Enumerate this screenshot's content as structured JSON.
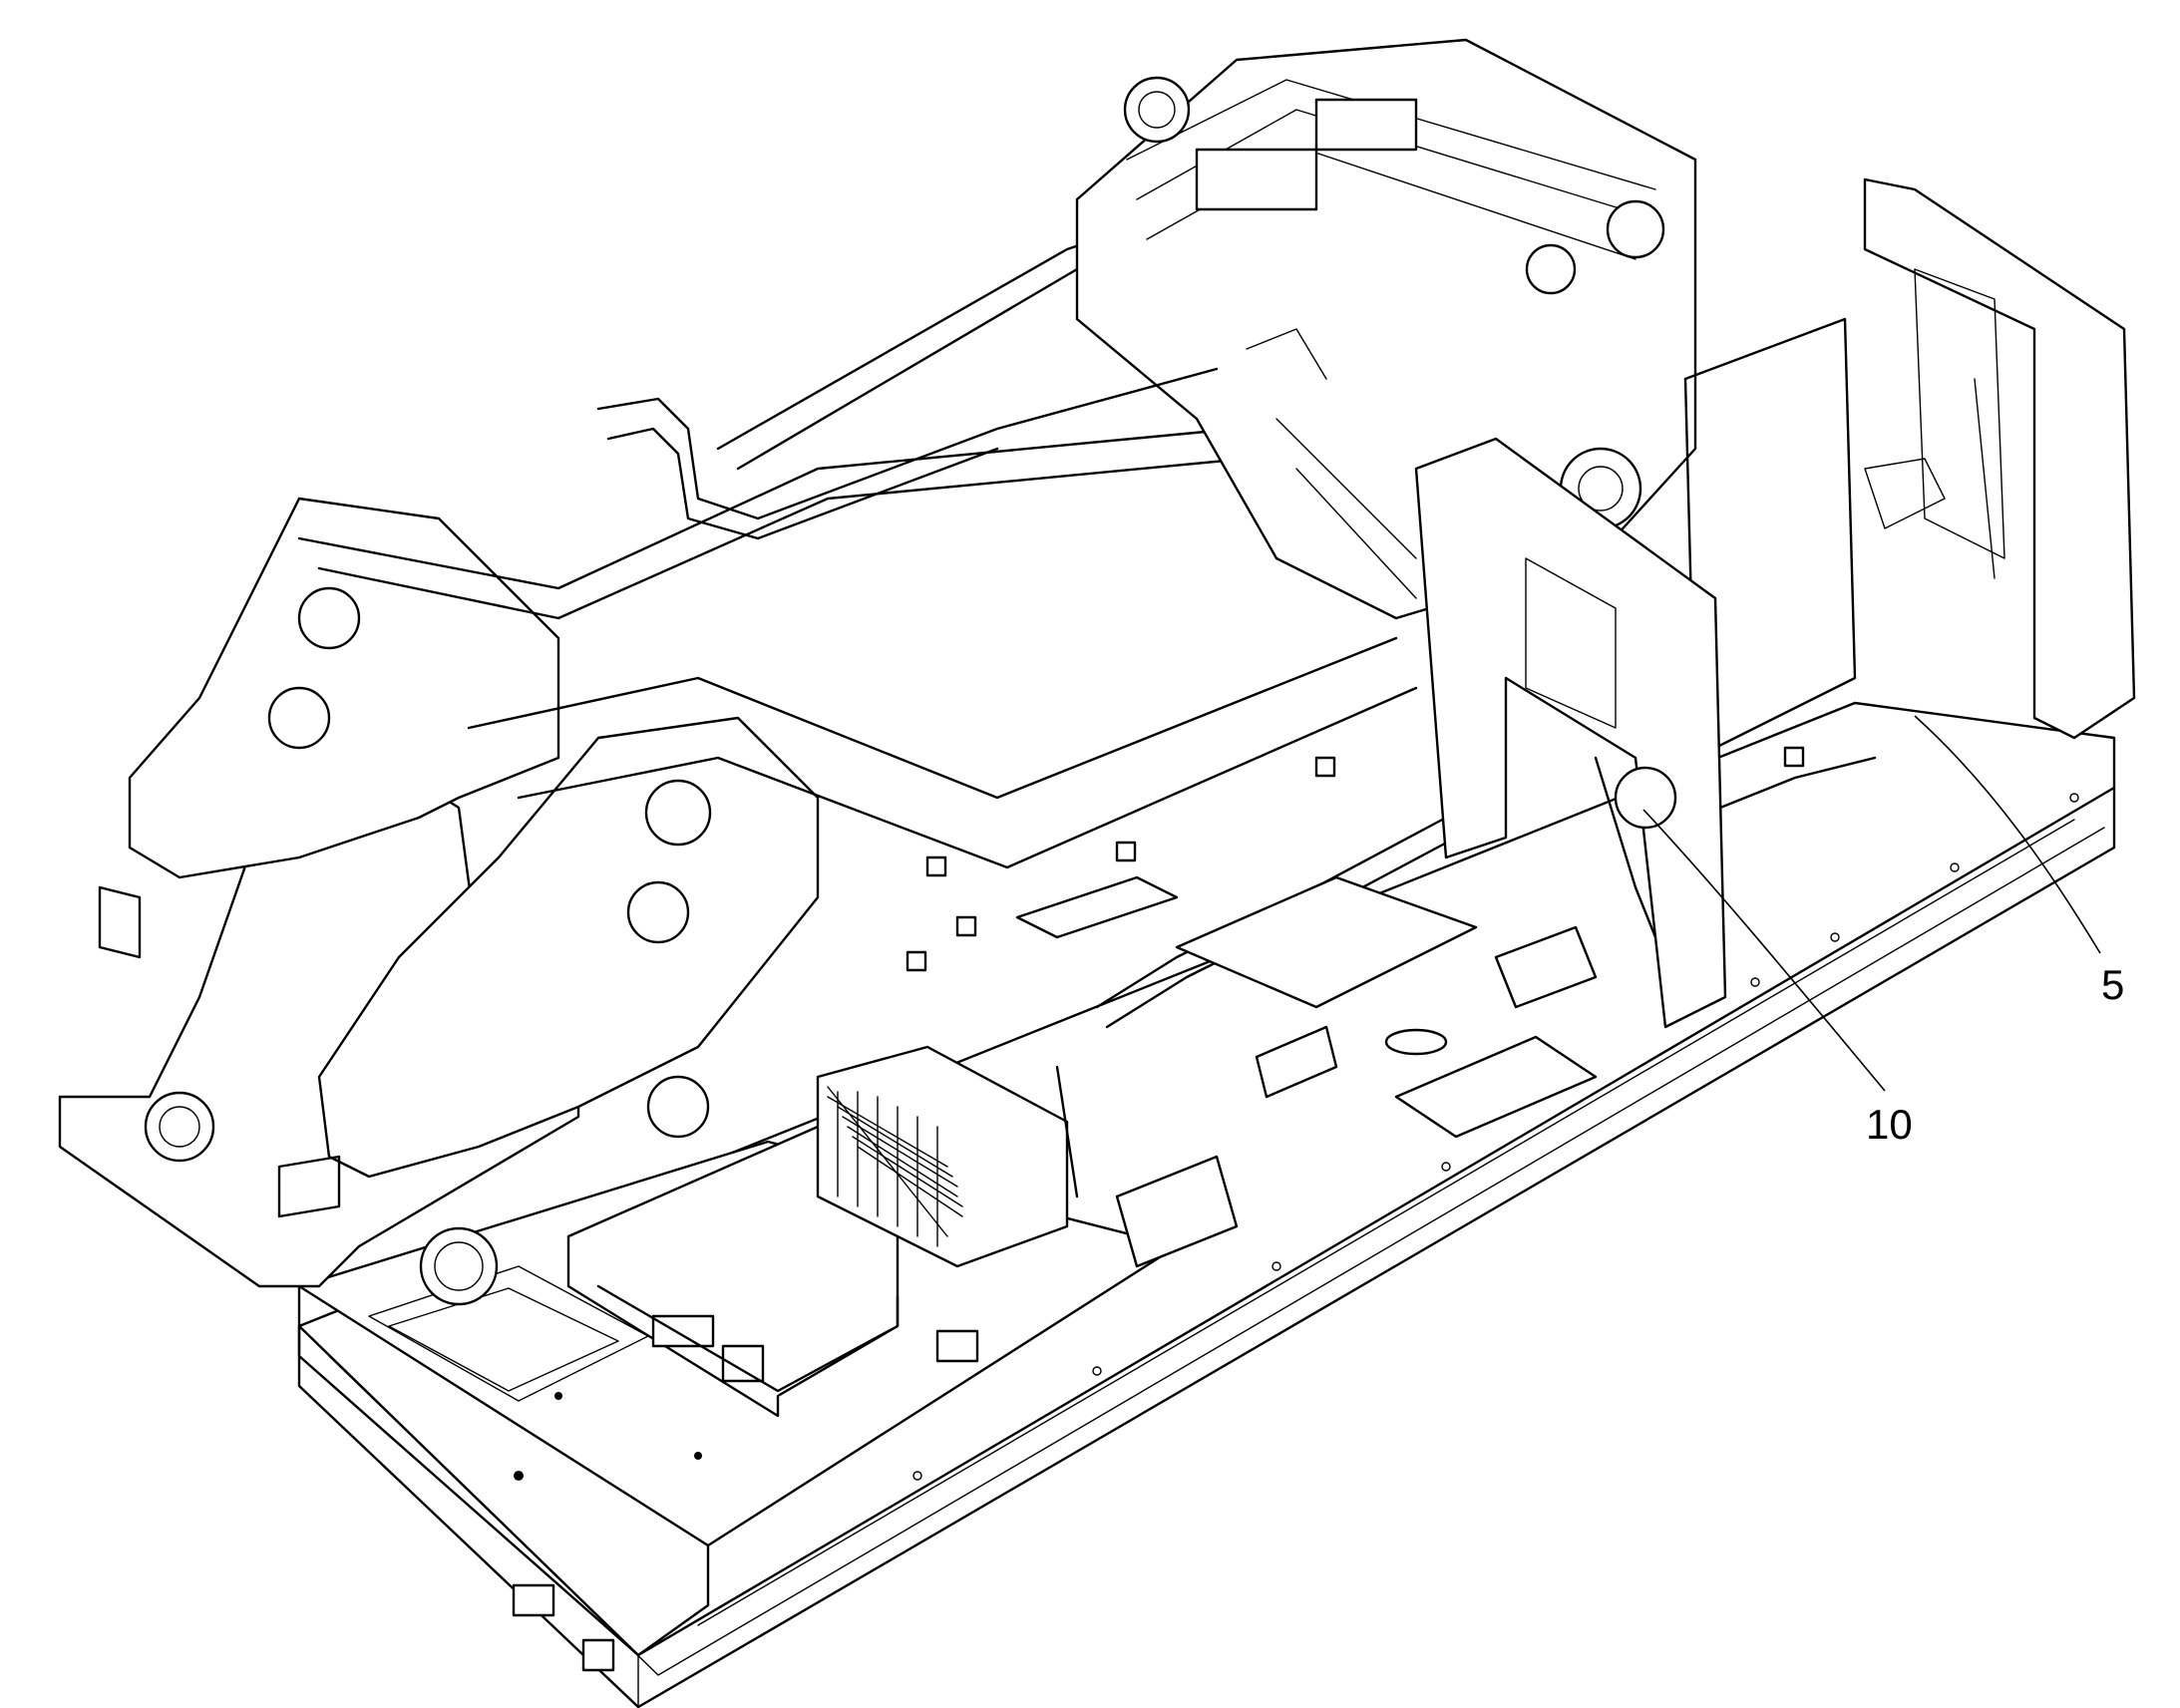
{
  "figure": {
    "subject": "machine-frame-with-engine",
    "callouts": [
      {
        "label": "5",
        "part": "callout-5"
      },
      {
        "label": "10",
        "part": "callout-10"
      }
    ],
    "colors": {
      "line": "#000000",
      "background": "#ffffff"
    }
  }
}
